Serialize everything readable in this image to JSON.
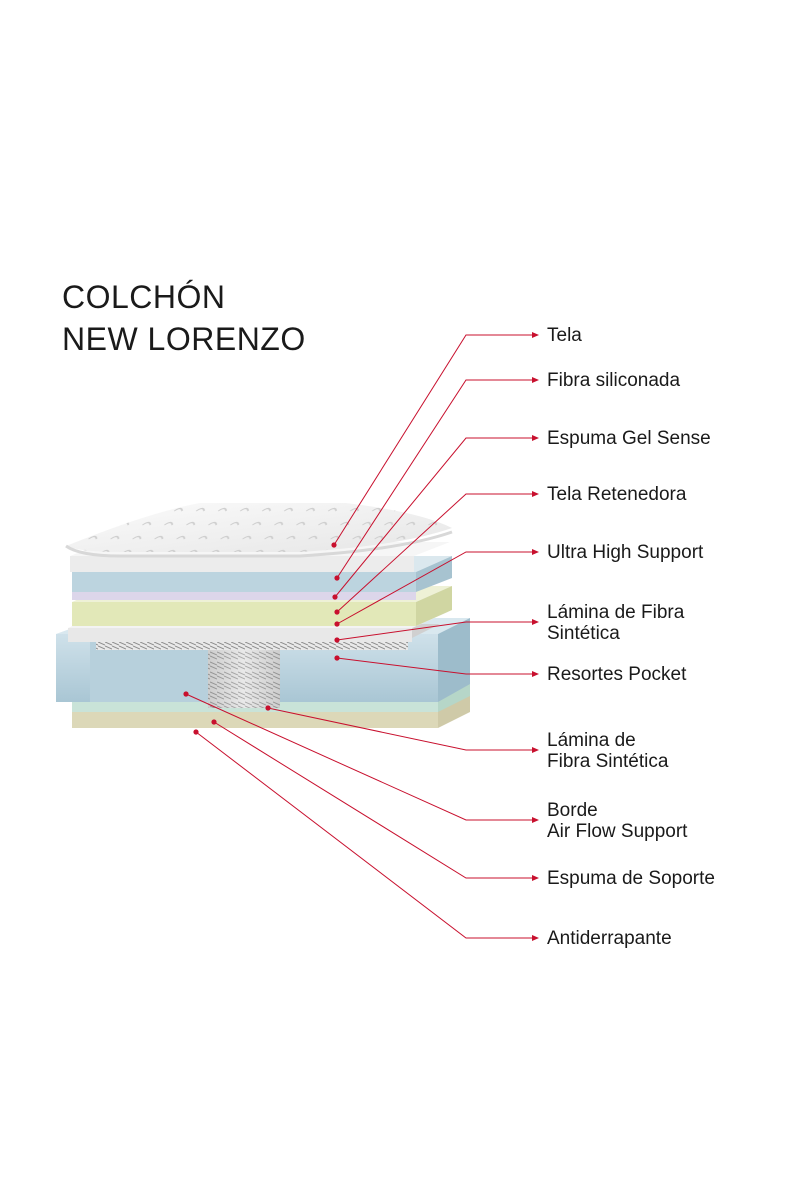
{
  "title": {
    "line1": "COLCHÓN",
    "line2": "NEW LORENZO"
  },
  "layers": [
    {
      "lines": [
        "Tela"
      ]
    },
    {
      "lines": [
        "Fibra siliconada"
      ]
    },
    {
      "lines": [
        "Espuma Gel Sense"
      ]
    },
    {
      "lines": [
        "Tela Retenedora"
      ]
    },
    {
      "lines": [
        "Ultra High Support"
      ]
    },
    {
      "lines": [
        "Lámina de Fibra",
        "Sintética"
      ]
    },
    {
      "lines": [
        "Resortes Pocket"
      ]
    },
    {
      "lines": [
        "Lámina de",
        "Fibra Sintética"
      ]
    },
    {
      "lines": [
        "Borde",
        "Air Flow Support"
      ]
    },
    {
      "lines": [
        "Espuma de Soporte"
      ]
    },
    {
      "lines": [
        "Antiderrapante"
      ]
    }
  ],
  "colors": {
    "leader": "#c8102e",
    "text": "#1a1a1a"
  }
}
